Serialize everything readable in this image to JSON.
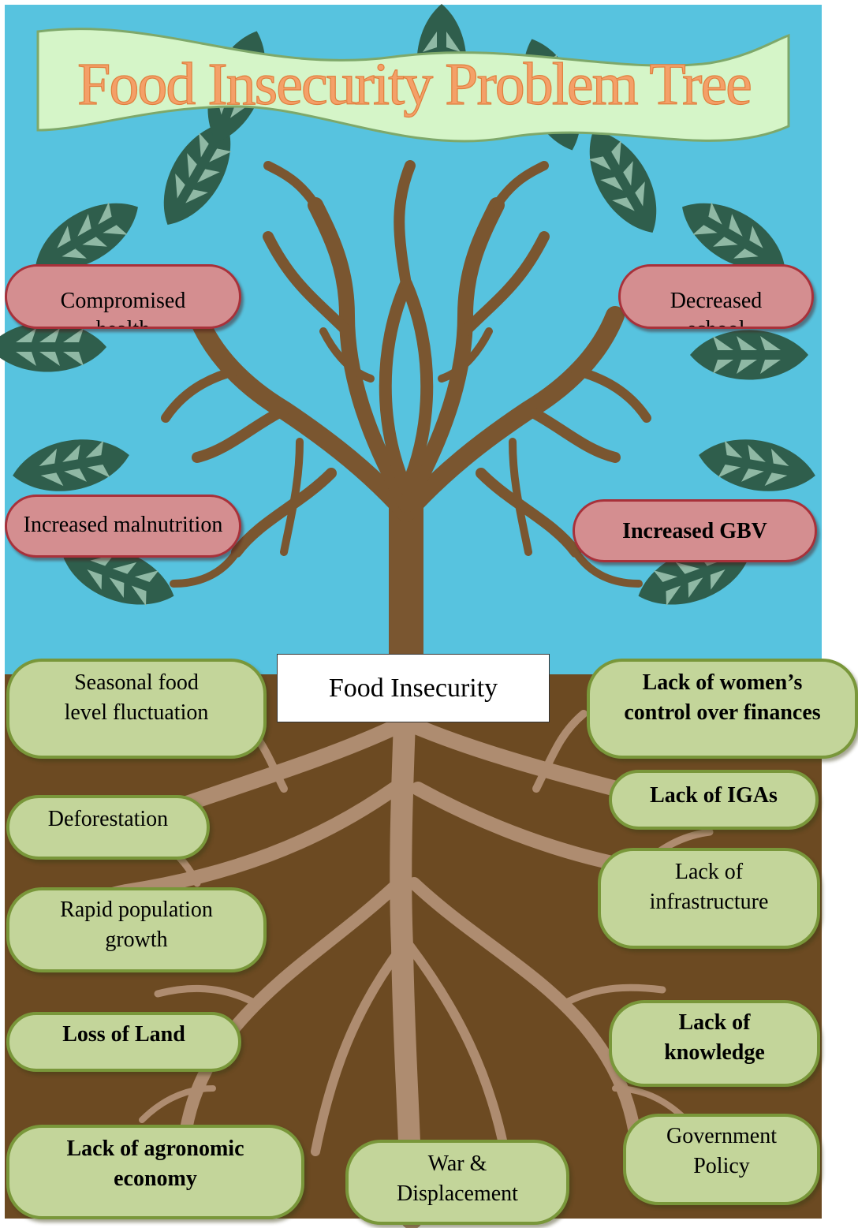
{
  "title": "Food Insecurity Problem Tree",
  "core_problem": "Food Insecurity",
  "effects": [
    {
      "lines": [
        "Compromised",
        "health"
      ],
      "bold": false
    },
    {
      "lines": [
        "Decreased",
        "school"
      ],
      "bold": false
    },
    {
      "lines": [
        "Increased malnutrition"
      ],
      "bold": false
    },
    {
      "lines": [
        "Increased GBV"
      ],
      "bold": true
    }
  ],
  "causes": [
    {
      "lines": [
        "Seasonal food",
        "level fluctuation"
      ],
      "bold": false
    },
    {
      "lines": [
        "Lack of women’s",
        "control over finances"
      ],
      "bold": true
    },
    {
      "lines": [
        "Deforestation"
      ],
      "bold": false
    },
    {
      "lines": [
        "Lack of IGAs"
      ],
      "bold": true
    },
    {
      "lines": [
        "Lack of",
        "infrastructure"
      ],
      "bold": false
    },
    {
      "lines": [
        "Rapid population",
        "growth"
      ],
      "bold": false
    },
    {
      "lines": [
        "Loss of Land"
      ],
      "bold": true
    },
    {
      "lines": [
        "Lack of",
        "knowledge"
      ],
      "bold": true
    },
    {
      "lines": [
        "Lack of agronomic",
        "economy"
      ],
      "bold": true
    },
    {
      "lines": [
        "War &",
        "Displacement"
      ],
      "bold": false
    },
    {
      "lines": [
        "Government",
        "Policy"
      ],
      "bold": false
    }
  ],
  "colors": {
    "sky": "#57c3df",
    "soil": "#6c4a22",
    "trunk": "#7a5630",
    "roots": "#ae8c70",
    "leaf_dark": "#2f5e4c",
    "leaf_light": "#8fb8a4",
    "banner": "#d5f5c8",
    "title_text": "#f4a068",
    "effect_fill": "#d48e90",
    "cause_fill": "#c3d59a"
  }
}
